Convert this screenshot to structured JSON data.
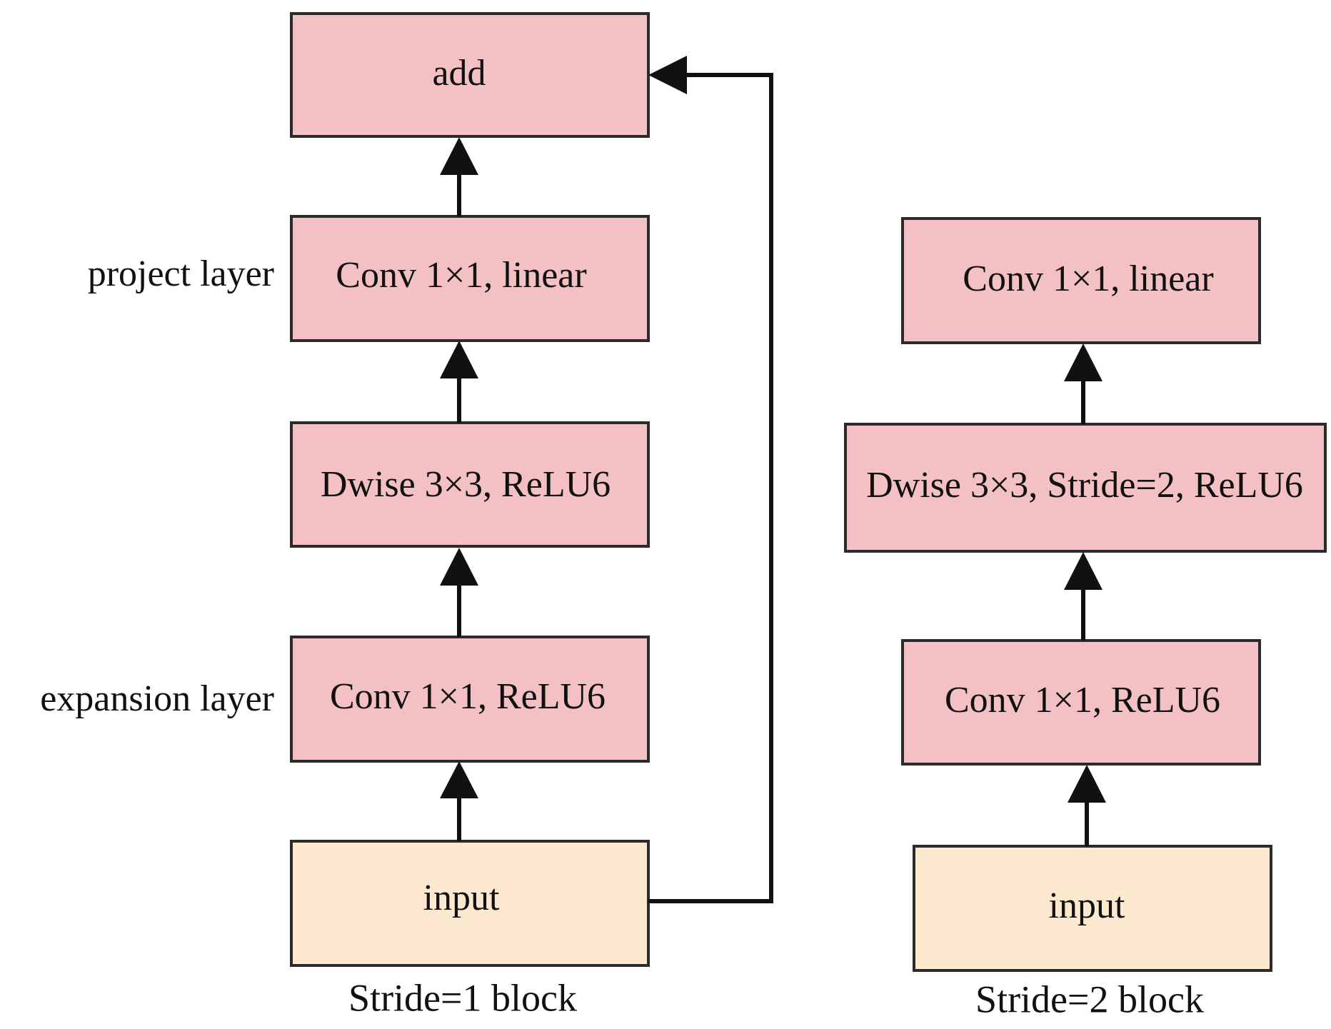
{
  "stride1": {
    "add": "add",
    "project": "Conv 1×1, linear",
    "dwise": "Dwise 3×3, ReLU6",
    "expansion": "Conv 1×1, ReLU6",
    "input": "input",
    "project_layer_label": "project layer",
    "expansion_layer_label": "expansion layer",
    "caption": "Stride=1 block"
  },
  "stride2": {
    "project": "Conv 1×1, linear",
    "dwise": "Dwise 3×3, Stride=2, ReLU6",
    "expansion": "Conv 1×1, ReLU6",
    "input": "input",
    "caption": "Stride=2 block"
  },
  "colors": {
    "layer_fill": "#f3c1c4",
    "input_fill": "#fbe8ce",
    "stroke": "#2b2b2b"
  }
}
